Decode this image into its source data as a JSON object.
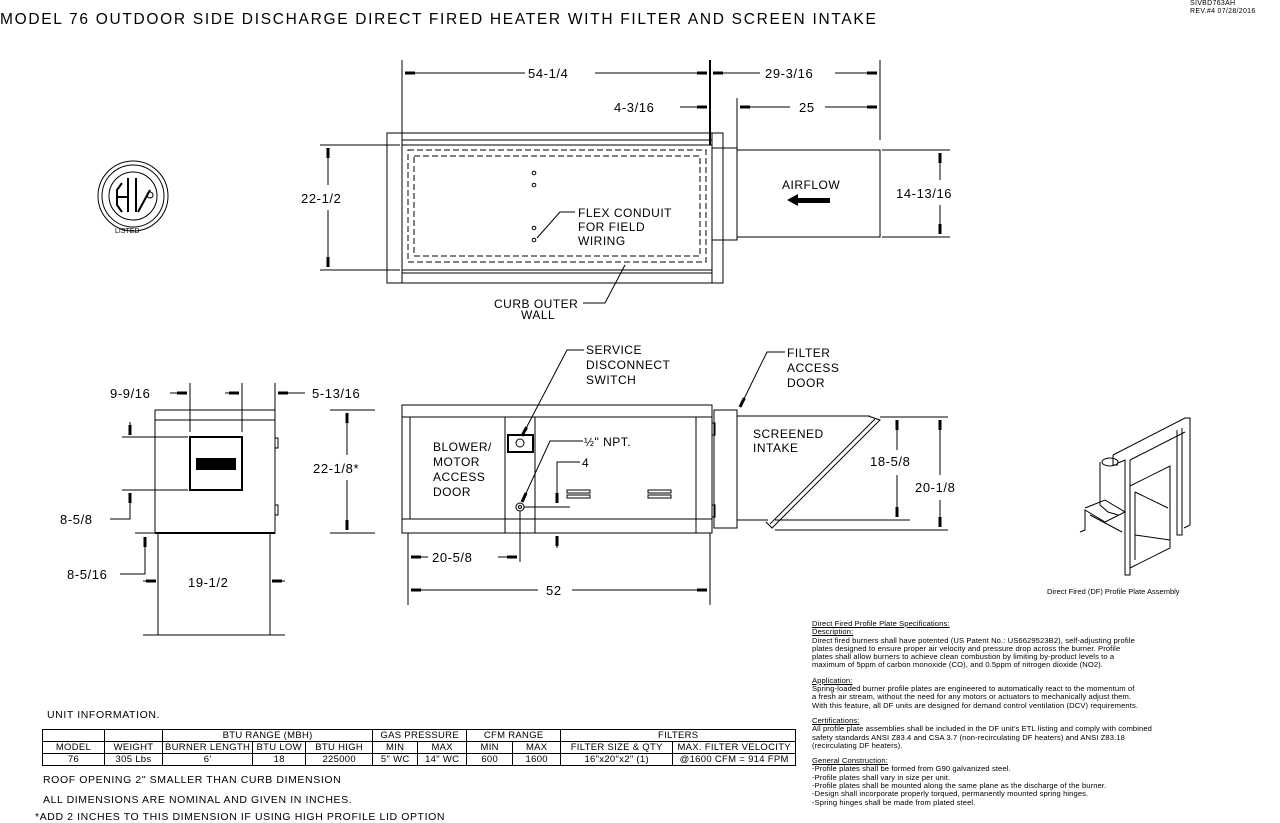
{
  "title": "MODEL 76 OUTDOOR SIDE DISCHARGE DIRECT FIRED HEATER WITH FILTER AND SCREEN INTAKE",
  "doc_code": "SIVBD763AH",
  "revision": "REV.#4   07/28/2016",
  "logo": {
    "text": "ETL",
    "subtext": "LISTED"
  },
  "top_view": {
    "dim_overall_unit": "54-1/4",
    "dim_intake_overall": "29-3/16",
    "dim_offset": "4-3/16",
    "dim_intake": "25",
    "dim_width": "22-1/2",
    "dim_intake_height": "14-13/16",
    "airflow_label": "AIRFLOW",
    "flex_conduit": [
      "FLEX CONDUIT",
      "FOR FIELD",
      "WIRING"
    ],
    "curb_label": [
      "CURB OUTER",
      "WALL"
    ]
  },
  "end_view": {
    "dim_window_width": "9-9/16",
    "dim_side_offset": "5-13/16",
    "dim_height": "22-1/8*",
    "dim_window_top": "8-5/8",
    "dim_bottom": "8-5/16",
    "dim_curb_width": "19-1/2"
  },
  "side_view": {
    "blower_door": [
      "BLOWER/",
      "MOTOR",
      "ACCESS",
      "DOOR"
    ],
    "service_switch": [
      "SERVICE",
      "DISCONNECT",
      "SWITCH"
    ],
    "npt_label": "½\" NPT.",
    "dim_gas_height": "4",
    "filter_door": [
      "FILTER",
      "ACCESS",
      "DOOR"
    ],
    "screened_intake": [
      "SCREENED",
      "INTAKE"
    ],
    "dim_intake_inner": "18-5/8",
    "dim_intake_outer": "20-1/8",
    "dim_gas_offset": "20-5/8",
    "dim_length": "52"
  },
  "assembly_caption": "Direct Fired (DF) Profile Plate Assembly",
  "specs": {
    "title": "Direct Fired Profile Plate Specifications:",
    "sections": [
      {
        "heading": "Description:",
        "lines": [
          "Direct fired burners shall have potented (US Patent No.: US6629523B2), self-adjusting profile",
          "plates designed to ensure proper air velocity and pressure drop across the burner. Profile",
          "plates shall allow burners to achieve clean combustion by limiting by-product levels to a",
          "maximum of 5ppm of carbon monoxide (CO), and 0.5ppm of nitrogen dioxide (NO2)."
        ]
      },
      {
        "heading": "Application:",
        "lines": [
          "Spring-loaded burner profile plates are engineered to automatically react to the momentum of",
          "a fresh air stream, without the need for any motors or actuators to mechanically adjust them.",
          "With this feature, all DF units are designed for demand control ventilation (DCV) requirements."
        ]
      },
      {
        "heading": "Certifications:",
        "lines": [
          "All profile plate assemblies shall be included in the DF unit's ETL listing and comply with combined",
          "safety standards ANSI Z83.4 and CSA 3.7 (non-recirculating DF heaters) and ANSI Z83.18",
          "(recirculating DF heaters)."
        ]
      },
      {
        "heading": "General Construction:",
        "lines": [
          "-Profile plates shall be formed from G90 galvanized steel.",
          "-Profile plates shall vary in size per unit.",
          "-Profile plates shall be mounted along the same plane as the discharge of the burner.",
          "-Design shall incorporate properly torqued, permanently mounted spring hinges.",
          "-Spring hinges shall be made from plated steel."
        ]
      }
    ]
  },
  "unit_info": {
    "title": "UNIT INFORMATION.",
    "group_headers": [
      "",
      "",
      "BTU RANGE (MBH)",
      "GAS PRESSURE",
      "CFM RANGE",
      "FILTERS"
    ],
    "headers": [
      "MODEL",
      "WEIGHT",
      "BURNER LENGTH",
      "BTU LOW",
      "BTU HIGH",
      "MIN",
      "MAX",
      "MIN",
      "MAX",
      "FILTER SIZE & QTY",
      "MAX. FILTER VELOCITY"
    ],
    "row": [
      "76",
      "305 Lbs",
      "6'",
      "18",
      "225000",
      "5\" WC",
      "14\" WC",
      "600",
      "1600",
      "16\"x20\"x2\" (1)",
      "@1600 CFM = 914 FPM"
    ]
  },
  "notes": [
    "ROOF OPENING 2\" SMALLER THAN CURB DIMENSION",
    "ALL DIMENSIONS ARE NOMINAL AND GIVEN IN INCHES.",
    "*ADD 2 INCHES TO THIS DIMENSION IF USING HIGH PROFILE LID OPTION"
  ]
}
